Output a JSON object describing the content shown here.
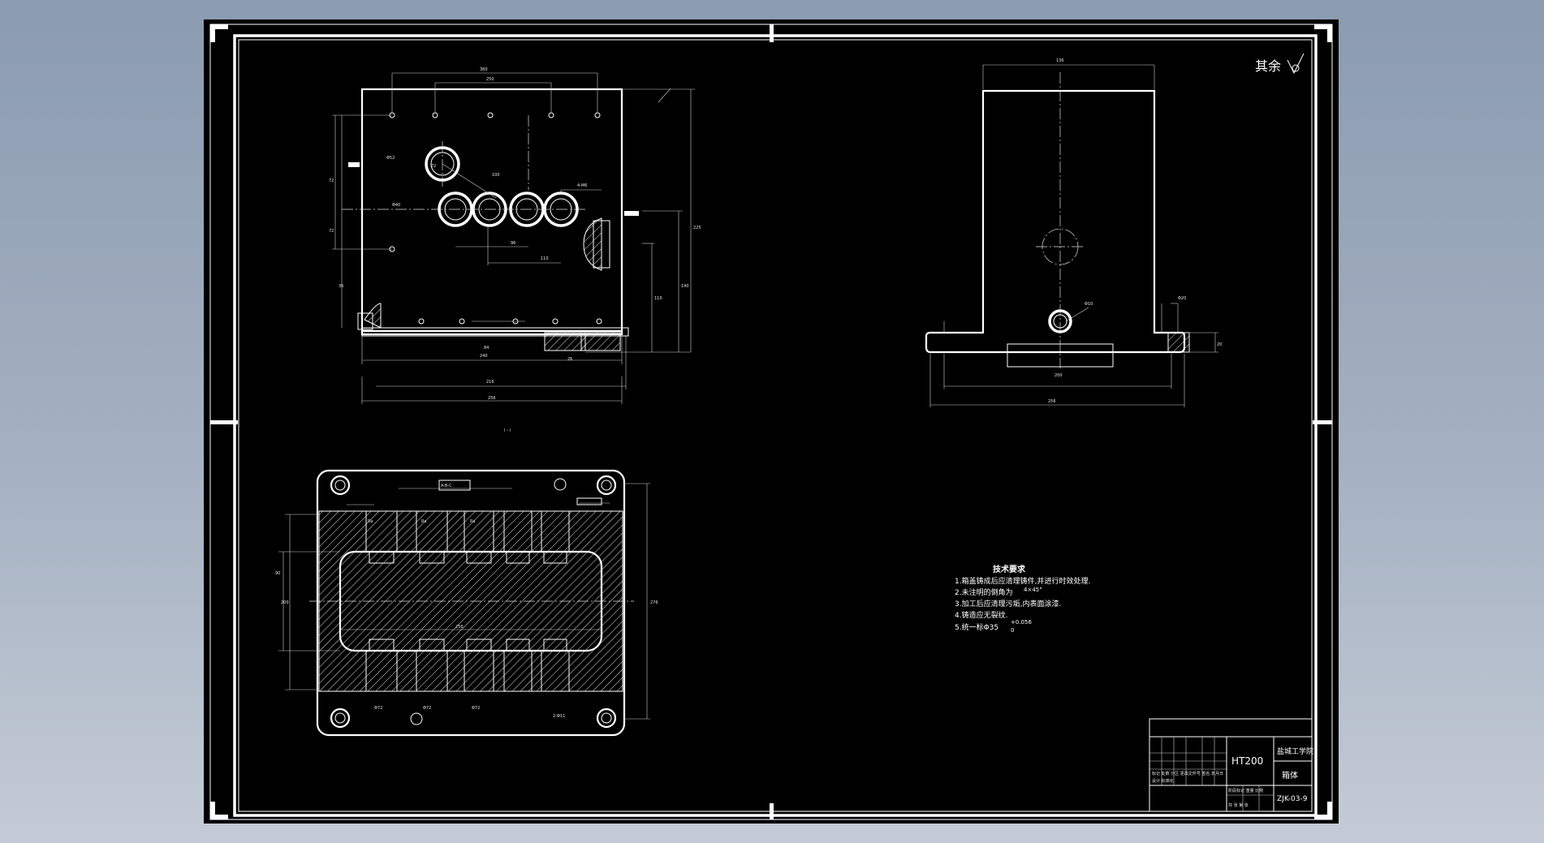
{
  "drawing": {
    "roughness_note": "其余",
    "section_label": "I - I",
    "tech_requirements": {
      "title": "技术要求",
      "items": [
        "1.箱盖铸成后应清理铸件,并进行时效处理.",
        "2.未注明的倒角为",
        "3.加工后应清理污垢,内表面涂漆.",
        "4.铸造应无裂纹.",
        "5.统一标Φ35"
      ],
      "chamfer_sup": "4×45°",
      "tolerance_sup": "+0.056",
      "tolerance_sub": "0"
    },
    "title_block": {
      "material": "HT200",
      "school": "盐城工学院",
      "part_name": "箱体",
      "drawing_no": "ZJK-03-9",
      "label_row1": "标记 处数 分区 更改文件号 签名 年月日",
      "label_row2": "设计 标准化",
      "label_row3": "阶段标记 重量 比例",
      "label_row4": "共 张 第 张"
    }
  },
  "colors": {
    "outer_background": "#99a7ba",
    "sheet_background": "#000000",
    "line_color": "#ffffff"
  }
}
